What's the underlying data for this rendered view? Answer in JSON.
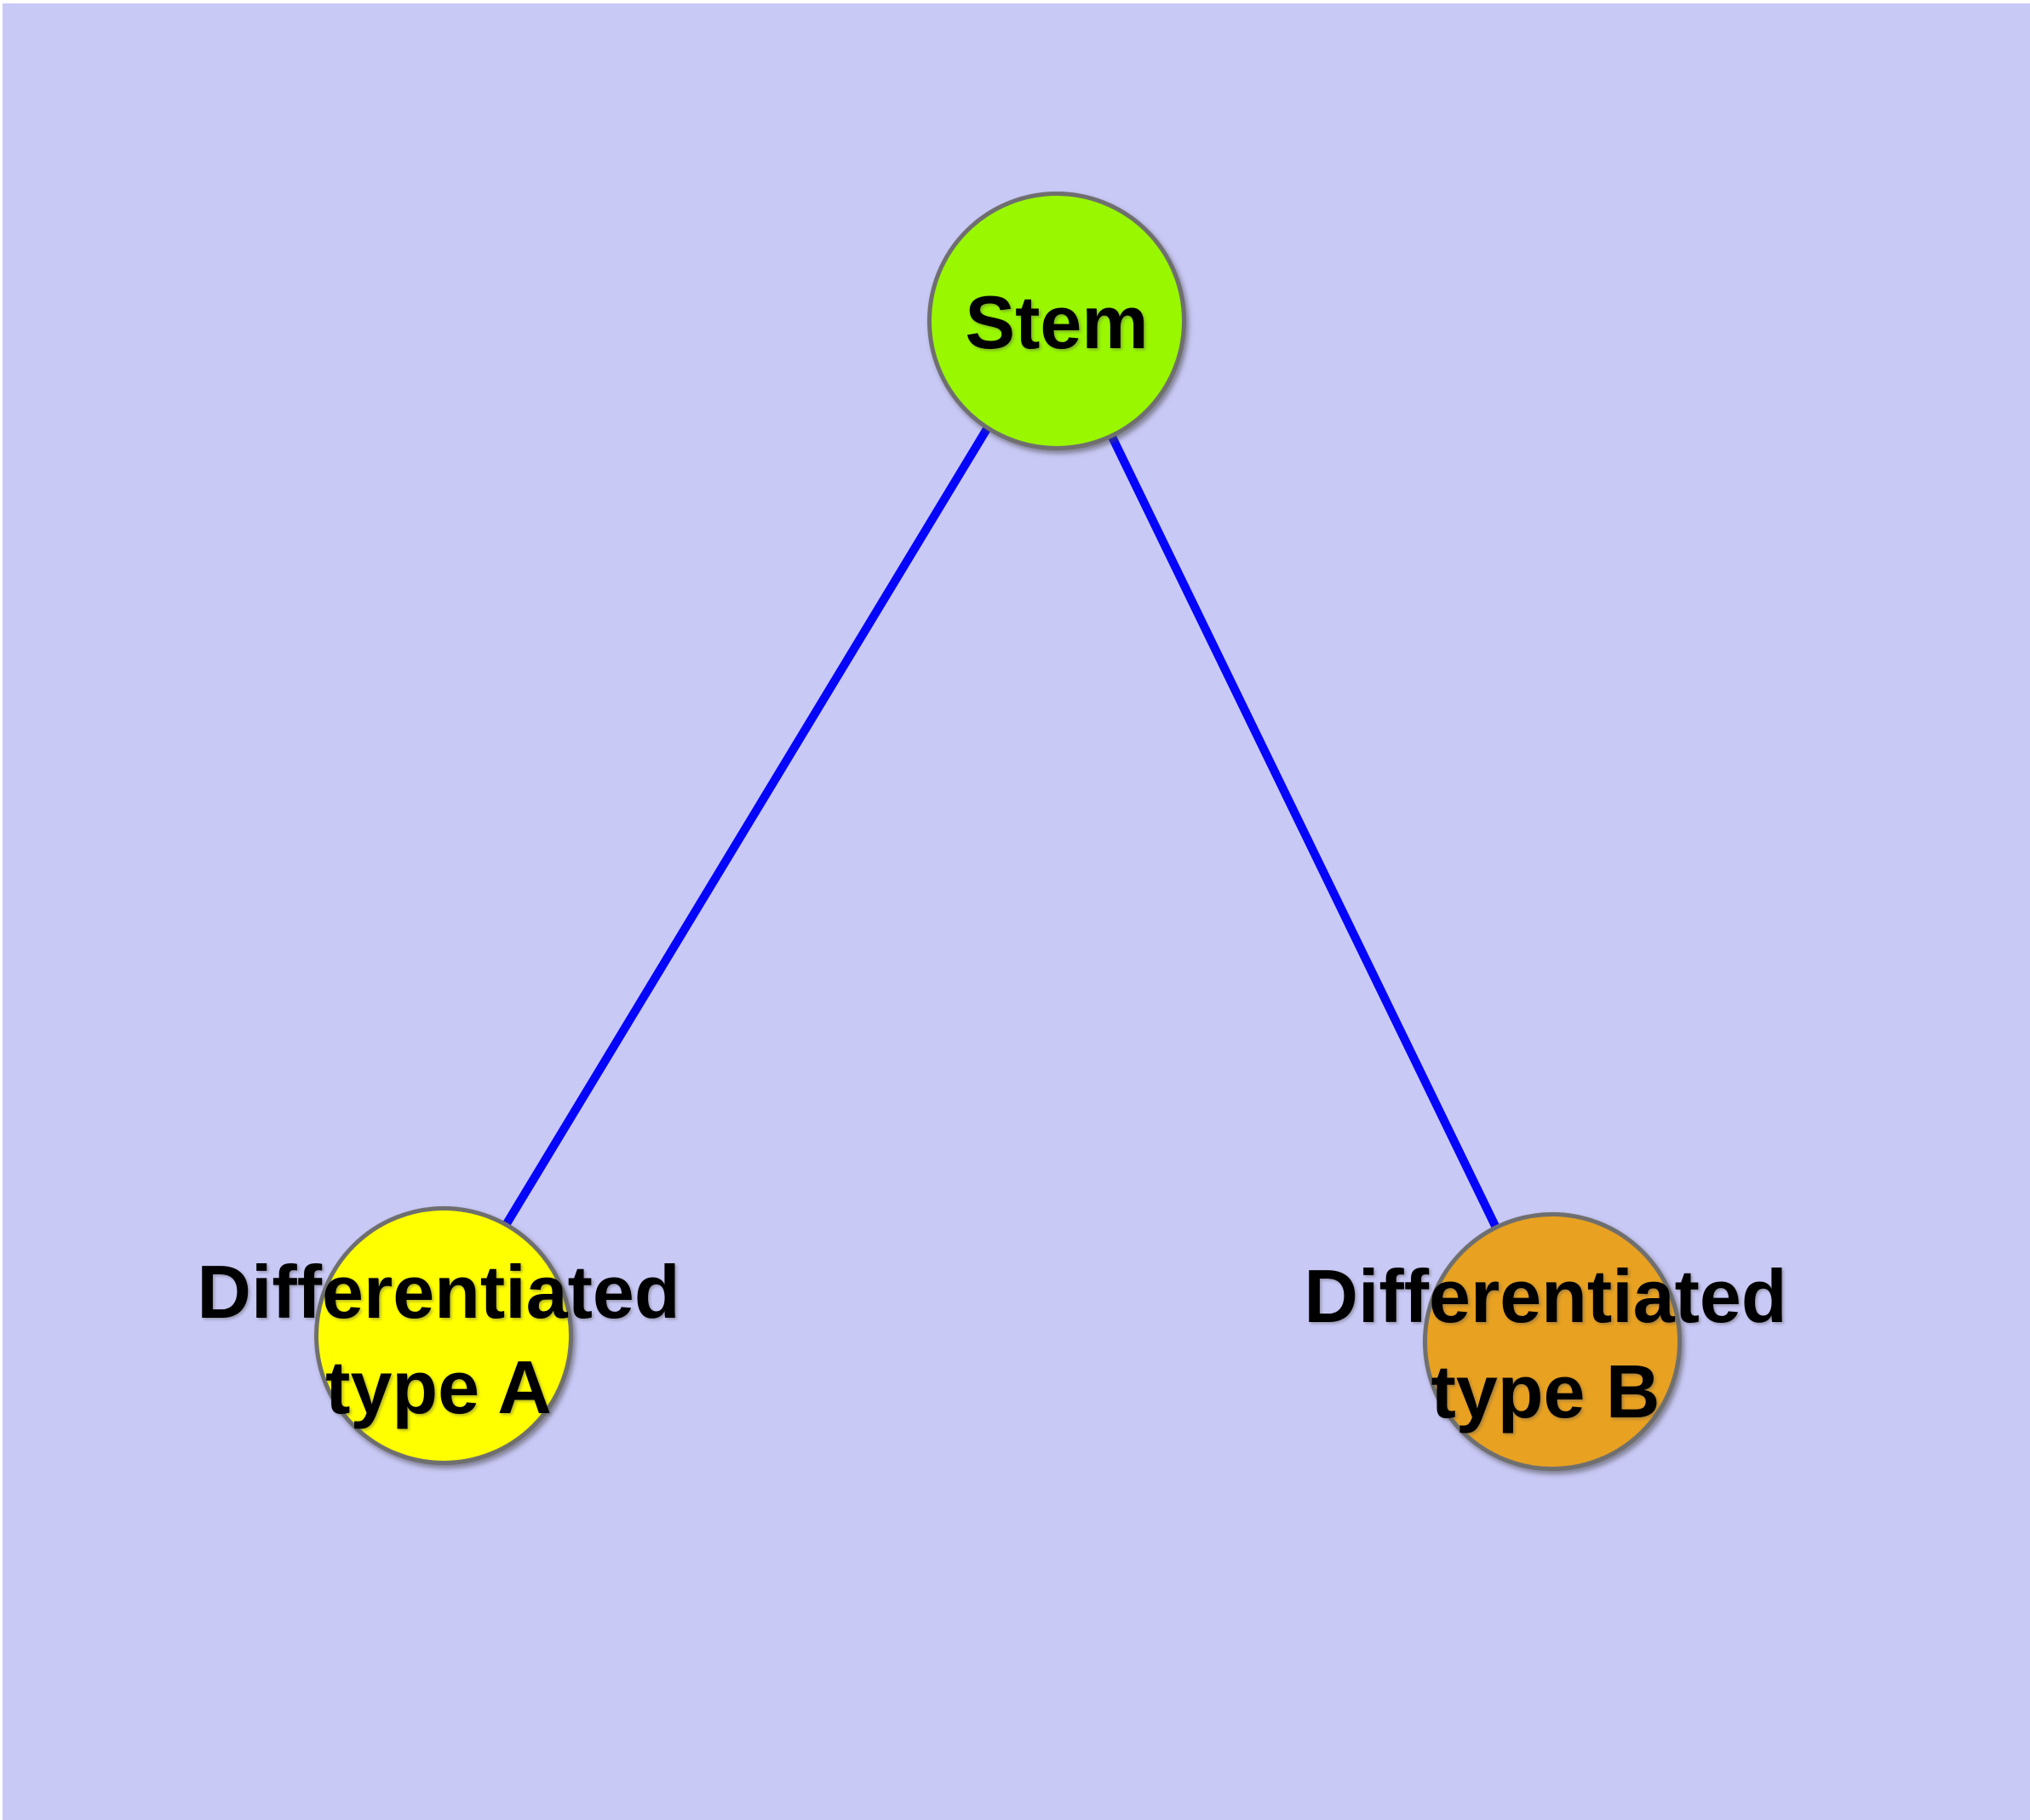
{
  "diagram": {
    "title": "stem-cell-differentiation-graph",
    "background_color": "#c9c9f6",
    "node_border_color": "#6f6f6f",
    "edge_color": "#0505fa",
    "label_color": "#000000",
    "nodes": [
      {
        "id": "stem",
        "label": "Stem",
        "fill": "#99f800"
      },
      {
        "id": "type-a",
        "label": "Differentiated\ntype A",
        "fill": "#ffff00"
      },
      {
        "id": "type-b",
        "label": "Differentiated\ntype B",
        "fill": "#e8a121"
      }
    ],
    "edges": [
      {
        "from": "stem",
        "to": "type-a"
      },
      {
        "from": "stem",
        "to": "type-b"
      }
    ]
  }
}
